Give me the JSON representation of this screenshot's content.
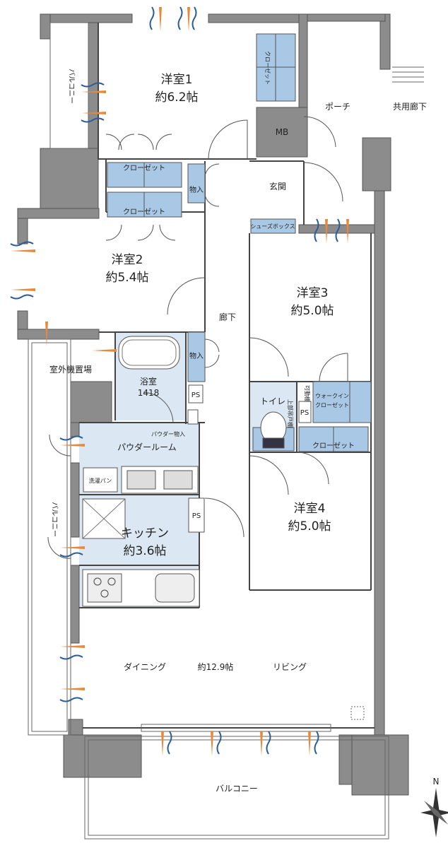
{
  "rooms": {
    "western1": {
      "name": "洋室1",
      "size": "約6.2帖"
    },
    "western2": {
      "name": "洋室2",
      "size": "約5.4帖"
    },
    "western3": {
      "name": "洋室3",
      "size": "約5.0帖"
    },
    "western4": {
      "name": "洋室4",
      "size": "約5.0帖"
    },
    "kitchen": {
      "name": "キッチン",
      "size": "約3.6帖"
    },
    "dining": {
      "name": "ダイニング",
      "size": "約12.9帖",
      "living": "リビング"
    },
    "bath": {
      "name": "浴室",
      "size": "1418"
    },
    "powder": {
      "name": "パウダールーム"
    },
    "toilet": {
      "name": "トイレ"
    },
    "entrance": {
      "name": "玄関"
    },
    "hallway": {
      "name": "廊下"
    }
  },
  "labels": {
    "balcony_left_top": "バルコニー",
    "balcony_left_mid": "バルコニー",
    "balcony_bottom": "バルコニー",
    "porch": "ポーチ",
    "common_corridor": "共用廊下",
    "outdoor_unit": "室外機置場",
    "mb": "MB",
    "closet1": "クローゼット",
    "closet_w1a": "クローゼット",
    "closet_w1b": "クローゼット",
    "closet_w4": "クローゼット",
    "storage1": "物入",
    "storage2": "物入",
    "shoe_box": "シューズボックス",
    "walk_in": "ウォークイン",
    "walk_in2": "クローゼット",
    "movable_shelf": "可動棚",
    "upper_cabinet": "上部吊戸棚",
    "powder_storage": "パウダー物入",
    "washer_pan": "洗濯パン",
    "ps1": "PS",
    "ps2": "PS",
    "ps3": "PS",
    "north": "N"
  }
}
